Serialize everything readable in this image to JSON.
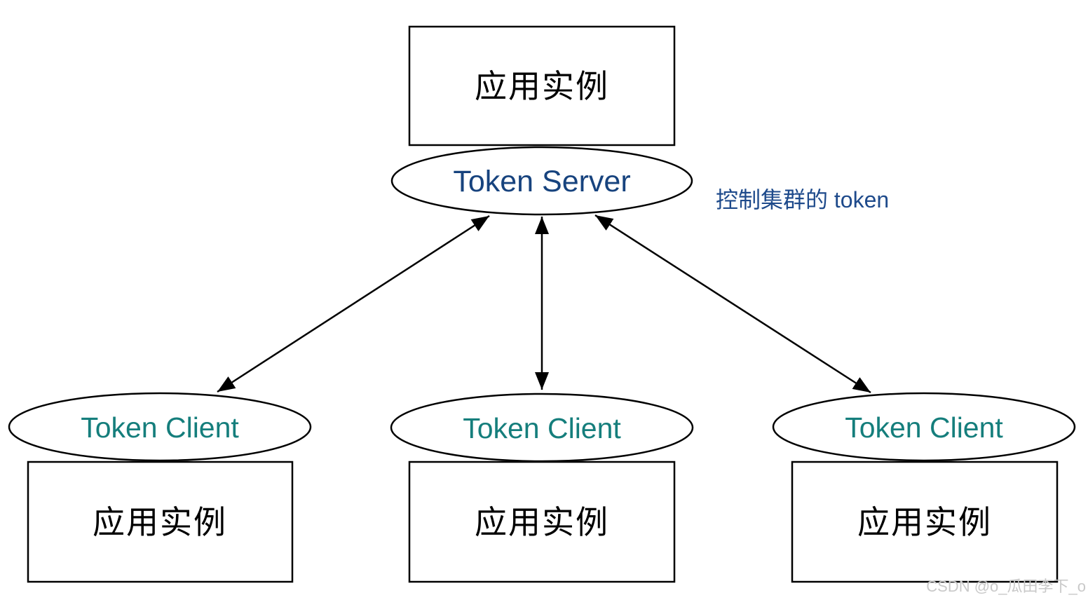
{
  "colors": {
    "stroke": "#000000",
    "server_text": "#17437e",
    "client_text": "#157e7c",
    "annotation_text": "#1e4a8b",
    "app_text": "#000000",
    "watermark_text": "#c9c9c9"
  },
  "server": {
    "app_label": "应用实例",
    "label": "Token Server",
    "annotation": "控制集群的 token"
  },
  "clients": [
    {
      "label": "Token Client",
      "app_label": "应用实例"
    },
    {
      "label": "Token Client",
      "app_label": "应用实例"
    },
    {
      "label": "Token Client",
      "app_label": "应用实例"
    }
  ],
  "watermark": "CSDN @o_瓜田李下_o"
}
